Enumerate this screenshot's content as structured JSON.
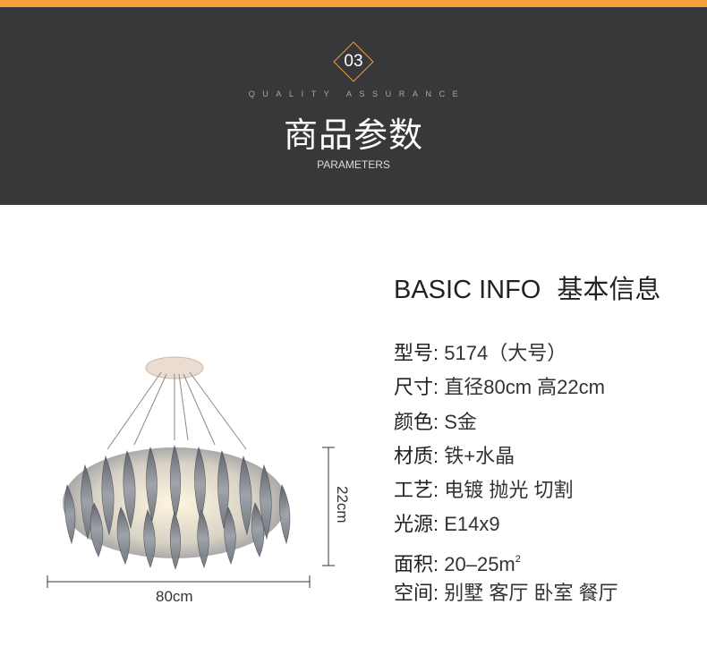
{
  "header": {
    "badge_number": "03",
    "subtitle_top": "QUALITY ASSURANCE",
    "title": "商品参数",
    "subtitle_bottom": "PARAMETERS"
  },
  "info": {
    "heading_en": "BASIC INFO",
    "heading_zh": "基本信息",
    "specs": [
      {
        "label": "型号:",
        "value": "5174（大号）"
      },
      {
        "label": "尺寸:",
        "value": "直径80cm 高22cm"
      },
      {
        "label": "颜色:",
        "value": "S金"
      },
      {
        "label": "材质:",
        "value": "铁+水晶"
      },
      {
        "label": "工艺:",
        "value": "电镀 抛光 切割"
      },
      {
        "label": "光源:",
        "value": "E14x9"
      },
      {
        "label": "面积:",
        "value": "20–25m",
        "sup": "2"
      },
      {
        "label": "空间:",
        "value": "别墅 客厅 卧室 餐厅"
      }
    ]
  },
  "product": {
    "width_label": "80cm",
    "height_label": "22cm"
  },
  "colors": {
    "accent": "#f5a13c",
    "header_bg": "#38383a"
  }
}
